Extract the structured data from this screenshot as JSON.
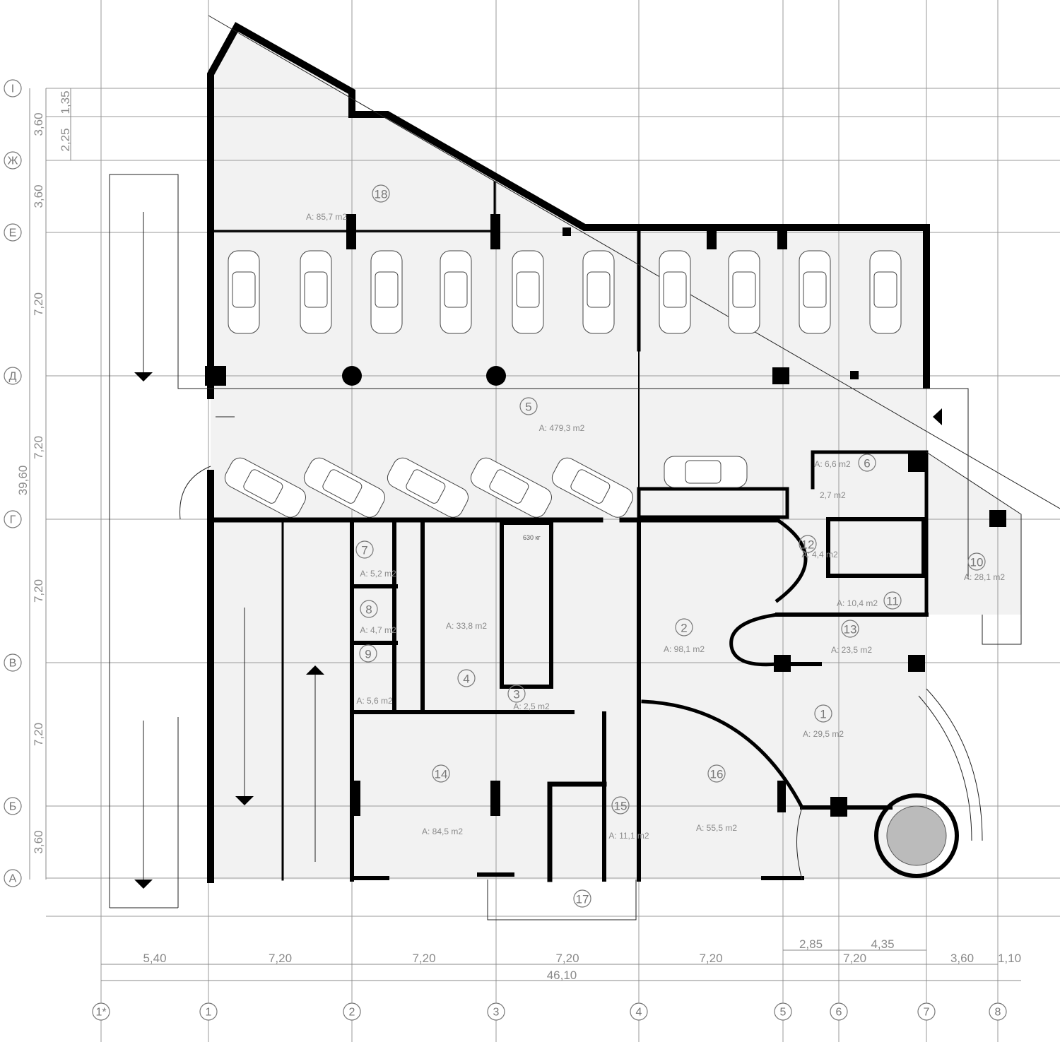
{
  "axes_vertical": [
    "1*",
    "1",
    "2",
    "3",
    "4",
    "5",
    "6",
    "7",
    "8"
  ],
  "axes_horizontal": [
    "I",
    "Ж",
    "Е",
    "Д",
    "Г",
    "В",
    "Б",
    "А"
  ],
  "dimensions_bottom": {
    "spans": [
      "5,40",
      "7,20",
      "7,20",
      "7,20",
      "7,20",
      "7,20",
      "3,60",
      "1,10"
    ],
    "sub_spans": [
      "2,85",
      "4,35"
    ],
    "total": "46,10"
  },
  "dimensions_left": {
    "spans": [
      "3,60",
      "3,60",
      "7,20",
      "7,20",
      "7,20",
      "7,20",
      "3,60"
    ],
    "sub_spans": [
      "1,35",
      "2,25"
    ],
    "total": "39,60"
  },
  "rooms": [
    {
      "num": "1",
      "area": "A: 29,5  m2"
    },
    {
      "num": "2",
      "area": "A: 98,1  m2"
    },
    {
      "num": "3",
      "area": "A: 2,5  m2"
    },
    {
      "num": "4",
      "area": "A: 33,8  m2"
    },
    {
      "num": "5",
      "area": "A: 479,3  m2"
    },
    {
      "num": "6",
      "area": "A: 6,6  m2"
    },
    {
      "num": "7",
      "area": "A: 5,2  m2"
    },
    {
      "num": "8",
      "area": "A: 4,7  m2"
    },
    {
      "num": "9",
      "area": "A: 5,6  m2"
    },
    {
      "num": "10",
      "area": "A: 28,1  m2"
    },
    {
      "num": "11",
      "area": "A: 10,4  m2"
    },
    {
      "num": "12",
      "area": "A: 4,4  m2"
    },
    {
      "num": "13",
      "area": "A: 23,5  m2"
    },
    {
      "num": "14",
      "area": "A: 84,5  m2"
    },
    {
      "num": "15",
      "area": "A: 11,1  m2"
    },
    {
      "num": "16",
      "area": "A: 55,5  m2"
    },
    {
      "num": "17",
      "area": ""
    },
    {
      "num": "18",
      "area": "A: 85,7  m2"
    }
  ],
  "aux_dim": "2,7  m2",
  "lift_label": "630 кг"
}
